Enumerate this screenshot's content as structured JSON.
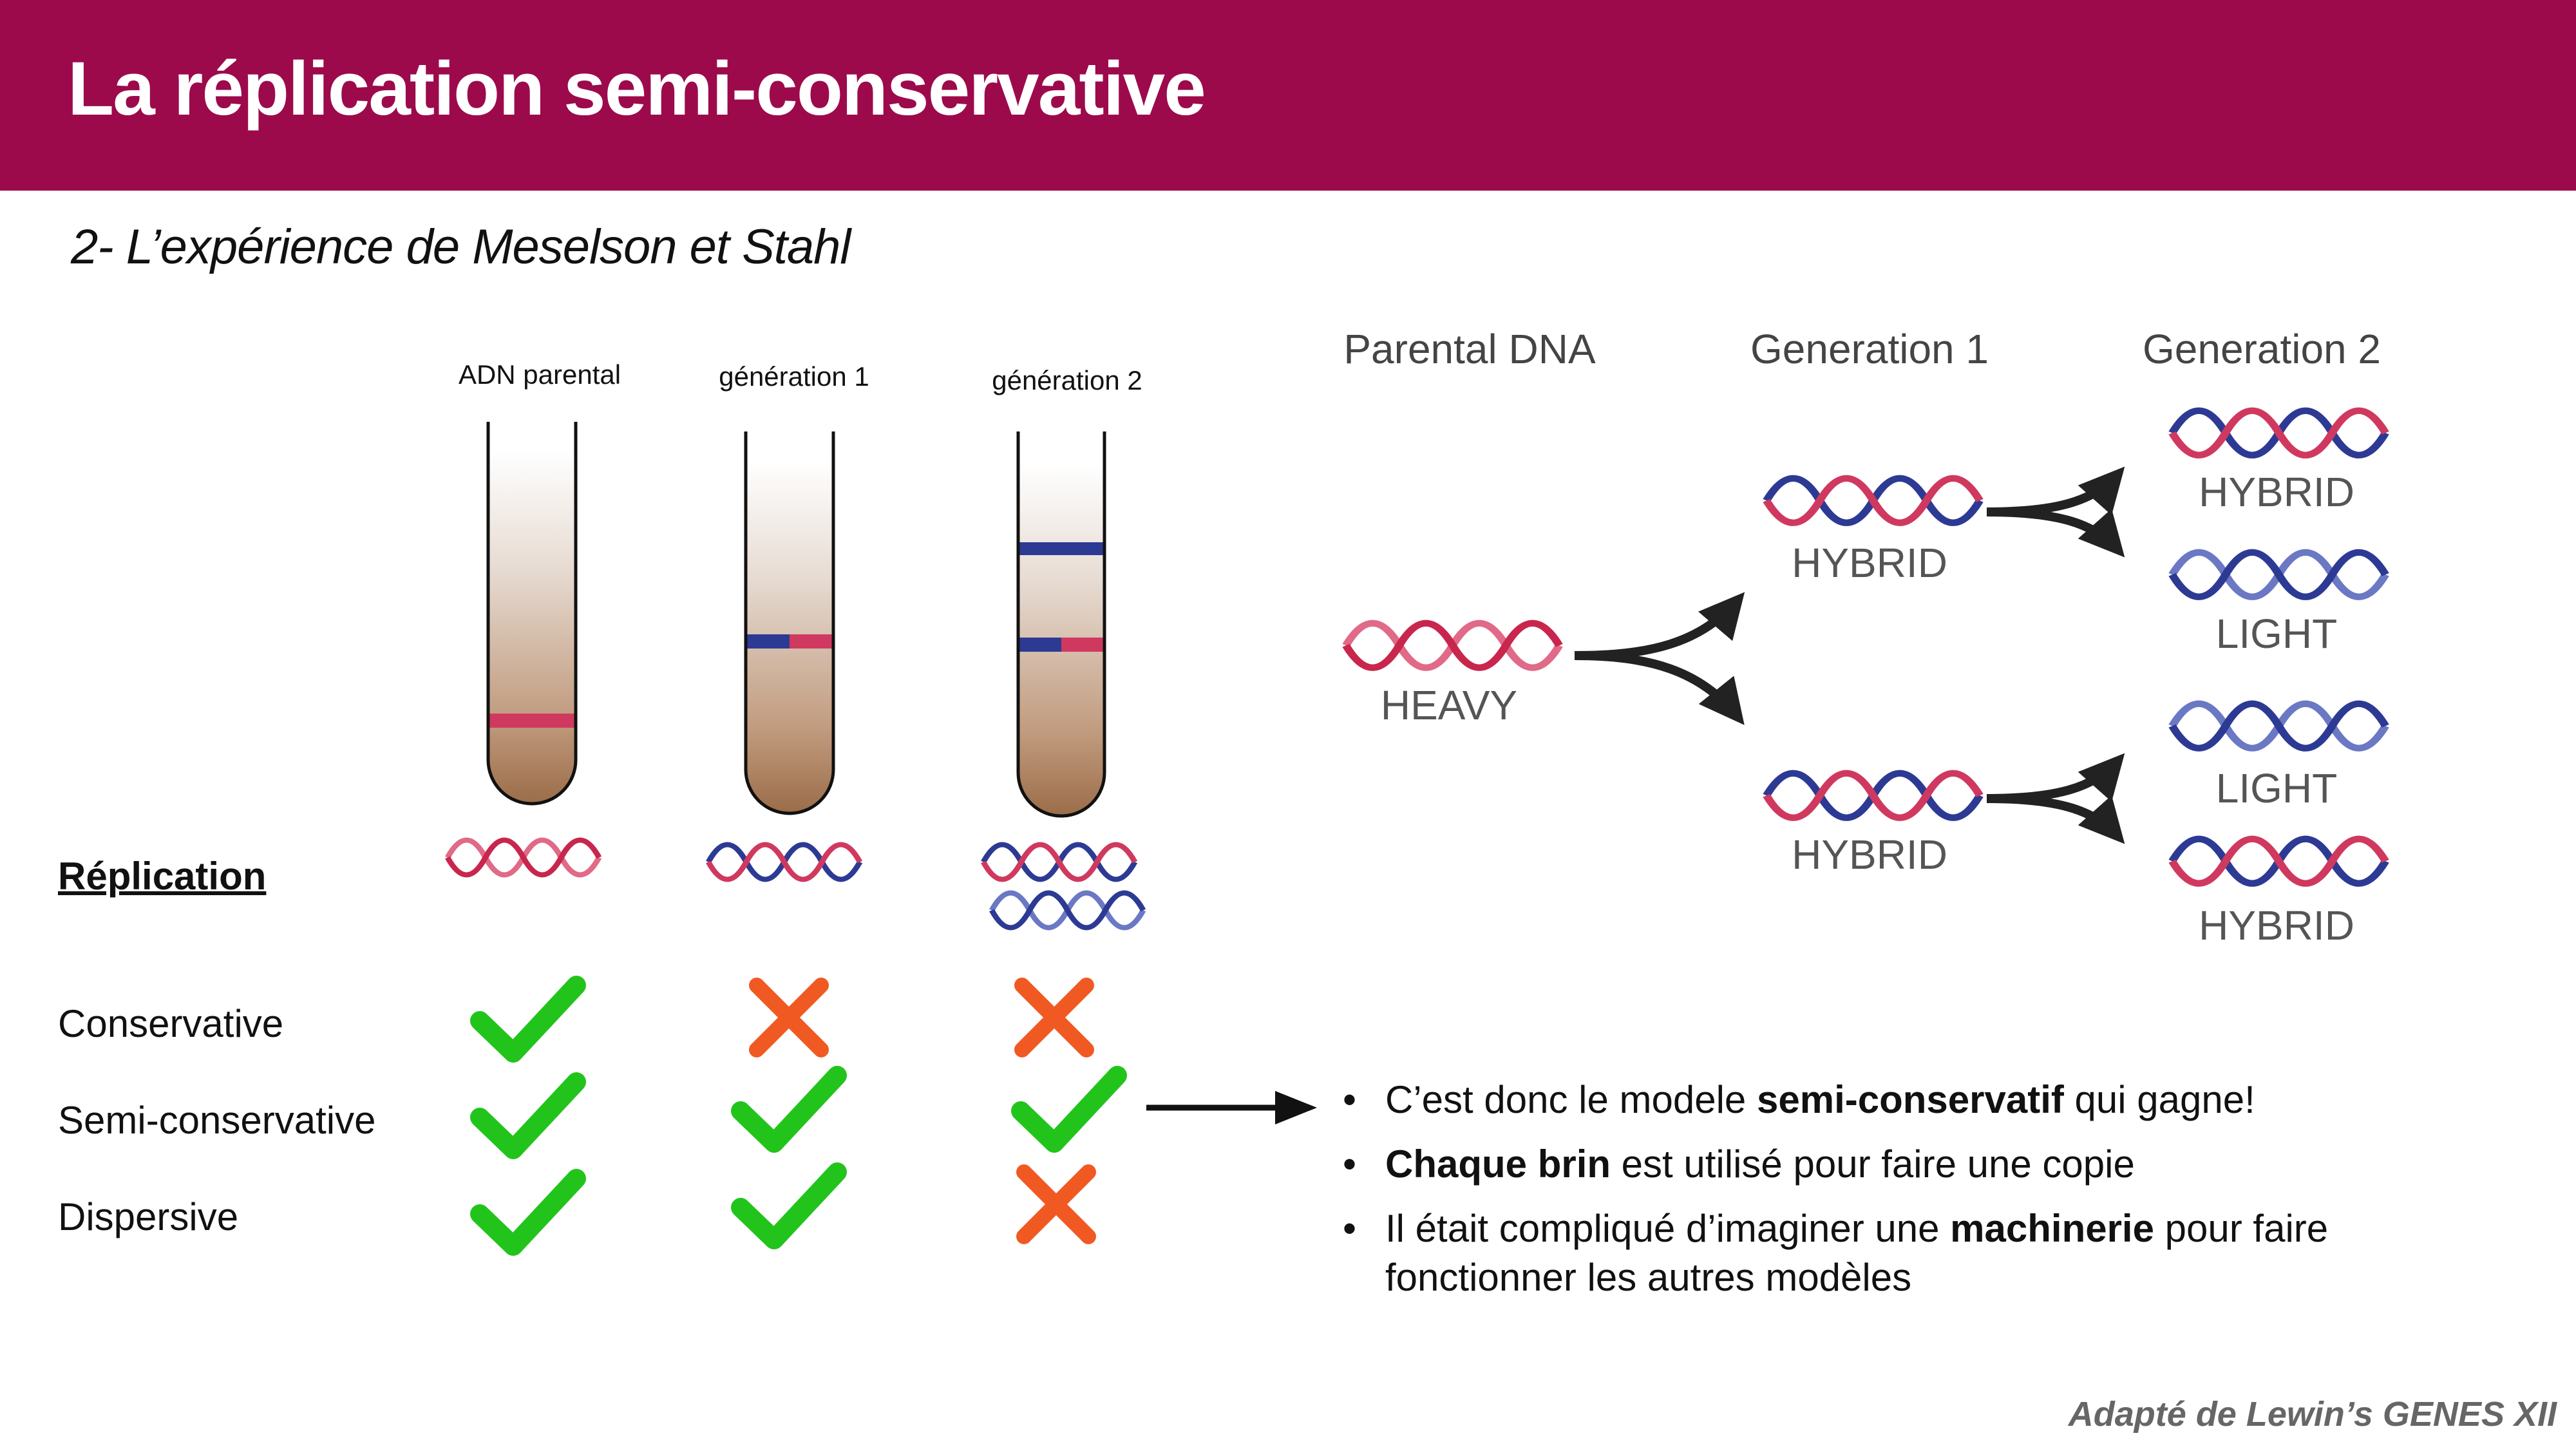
{
  "header": {
    "title": "La réplication semi-conservative"
  },
  "subtitle": "2- L’expérience de Meselson et Stahl",
  "tubes": [
    {
      "label": "ADN parental"
    },
    {
      "label": "génération 1"
    },
    {
      "label": "génération 2"
    }
  ],
  "replication_heading": "Réplication",
  "models": [
    {
      "name": "Conservative",
      "results": [
        "check",
        "cross",
        "cross"
      ]
    },
    {
      "name": "Semi-conservative",
      "results": [
        "check",
        "check",
        "check"
      ]
    },
    {
      "name": "Dispersive",
      "results": [
        "check",
        "check",
        "cross"
      ]
    }
  ],
  "diagram": {
    "headers": [
      "Parental DNA",
      "Generation 1",
      "Generation 2"
    ],
    "parental": "HEAVY",
    "gen1": [
      "HYBRID",
      "HYBRID"
    ],
    "gen2": [
      "HYBRID",
      "LIGHT",
      "LIGHT",
      "HYBRID"
    ]
  },
  "conclusions": {
    "b1": {
      "pre": "C’est donc le modele ",
      "bold": "semi-conservatif",
      "post": " qui gagne!"
    },
    "b2": {
      "bold": "Chaque brin",
      "post": " est utilisé pour faire une copie"
    },
    "b3": {
      "pre": "Il était compliqué d’imaginer une ",
      "bold": "machinerie",
      "post": " pour faire fonctionner les autres modèles"
    }
  },
  "credit": "Adapté de Lewin’s GENES XII",
  "colors": {
    "header": "#9c0a4c",
    "heavy_strand": "#d0395f",
    "light_strand": "#2d3a94",
    "check": "#22c41c",
    "cross": "#f05a22"
  }
}
